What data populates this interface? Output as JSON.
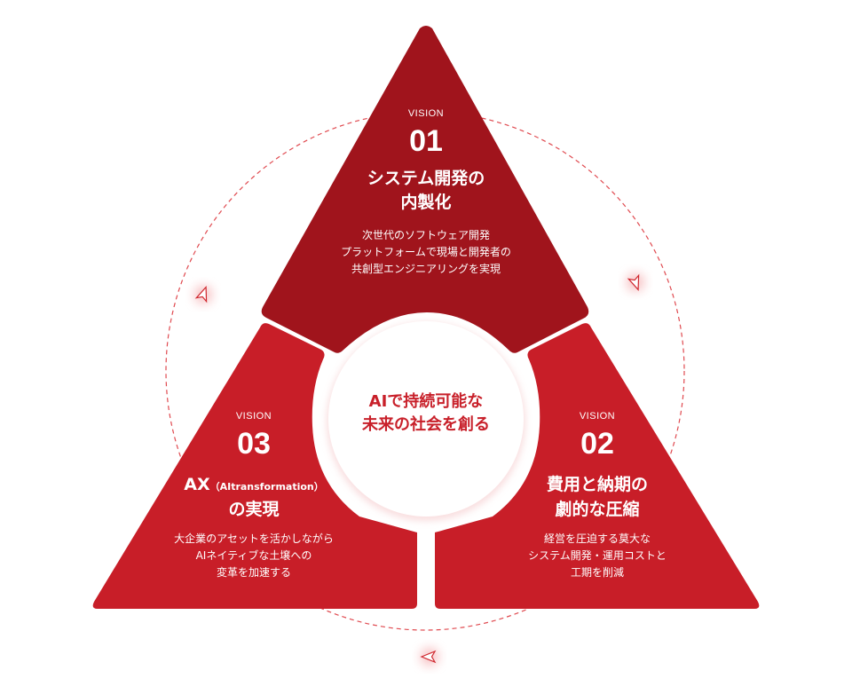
{
  "colors": {
    "top_triangle": "#a0141c",
    "side_triangles": "#c81e28",
    "cycle_line": "#e04a50",
    "center_text": "#c8202a"
  },
  "center": {
    "line1": "AIで持続可能な",
    "line2": "未来の社会を創る"
  },
  "visions": {
    "v01": {
      "label": "VISION",
      "number": "01",
      "title_line1": "システム開発の",
      "title_line2": "内製化",
      "desc": [
        "次世代のソフトウェア開発",
        "プラットフォームで現場と開発者の",
        "共創型エンジニアリングを実現"
      ]
    },
    "v02": {
      "label": "VISION",
      "number": "02",
      "title_line1": "費用と納期の",
      "title_line2": "劇的な圧縮",
      "desc": [
        "経営を圧迫する莫大な",
        "システム開発・運用コストと",
        "工期を削減"
      ]
    },
    "v03": {
      "label": "VISION",
      "number": "03",
      "title_main": "AX",
      "title_paren": "（AItransformation）",
      "title_line2": "の実現",
      "desc": [
        "大企業のアセットを活かしながら",
        "AIネイティブな土壌への",
        "変革を加速する"
      ]
    }
  },
  "icons": {
    "cycle_arrows": "arrowhead-icon"
  }
}
